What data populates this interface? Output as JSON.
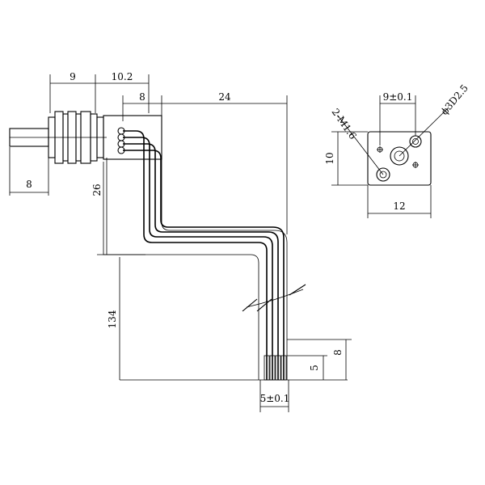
{
  "dimensions": {
    "shaft_len": "9",
    "gearbox_len": "10.2",
    "board_width": "8",
    "fpc_width": "24",
    "shaft_dia": "8",
    "fpc_drop": "26",
    "tail_len": "134",
    "tail_end_a": "8",
    "tail_end_b": "5",
    "pitch": "5±0.1",
    "hole_spacing": "9±0.1",
    "plate_height": "10",
    "plate_width": "12",
    "mount_hole": "2-M1.6",
    "boss_dia": "ϕ3D2.5"
  }
}
